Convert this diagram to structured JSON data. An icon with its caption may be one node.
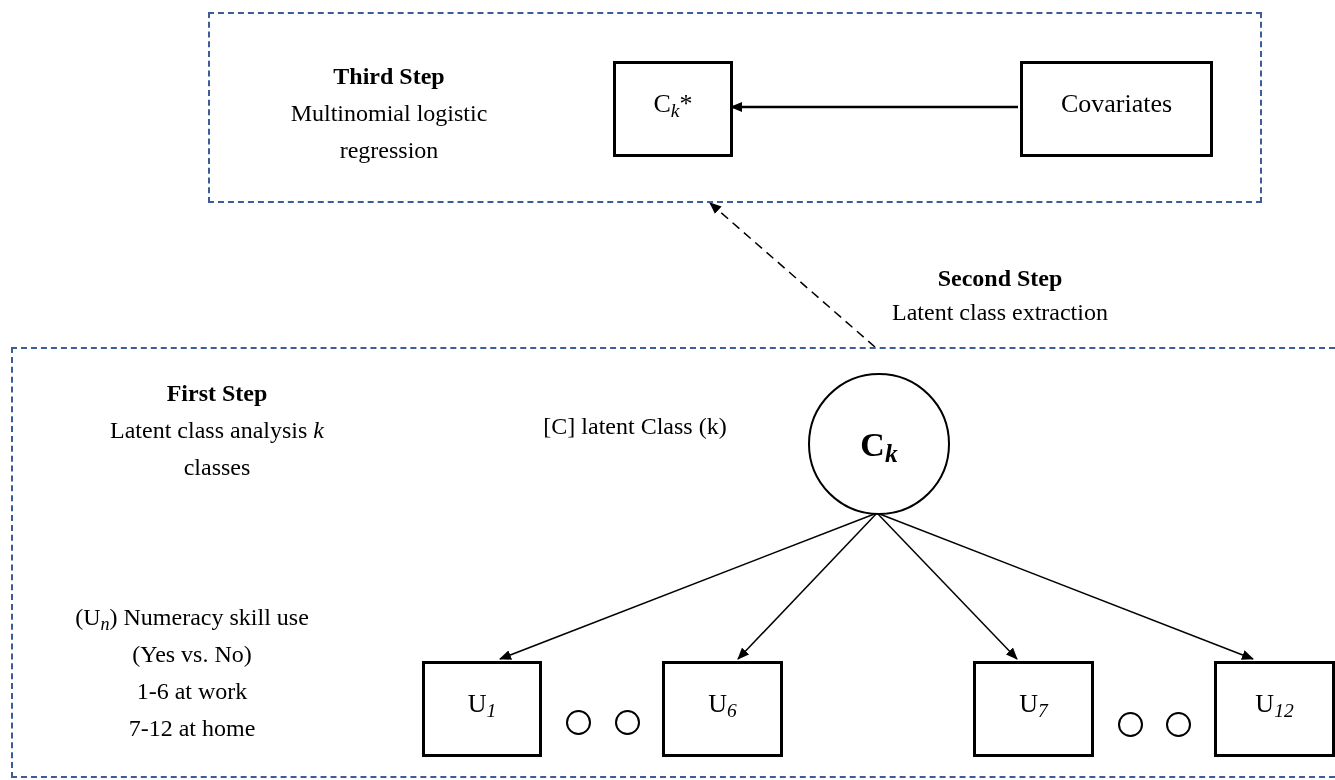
{
  "diagram": {
    "nodes": [
      {
        "text": [
          "Third Step",
          "Multinomial logistic regression"
        ]
      },
      {
        "text": [
          "C$_{k}$*"
        ],
        "in": 0
      },
      {
        "text": [
          "Covariates"
        ],
        "in": 0
      },
      {
        "text": [
          "First Step",
          "Latent class analysis *k* classes"
        ]
      },
      {
        "text": [
          "C$_{k}$"
        ],
        "in": 3
      },
      {
        "text": [
          "U$_{1}$"
        ],
        "in": 3
      },
      {
        "text": [],
        "shape": "circle",
        "in": 3
      },
      {
        "text": [],
        "shape": "circle",
        "in": 3
      },
      {
        "text": [
          "U$_{6}$"
        ],
        "in": 3
      },
      {
        "text": [
          "U$_{7}$"
        ],
        "in": 3
      },
      {
        "text": [],
        "shape": "circle",
        "in": 3
      },
      {
        "text": [],
        "shape": "circle",
        "in": 3
      },
      {
        "text": [
          "U$_{12}$"
        ],
        "in": 3
      }
    ],
    "edges": [
      {
        "from": 3,
        "to": 0,
        "arrow": "to",
        "style": "dashed"
      },
      {
        "from": 2,
        "to": 1,
        "arrow": "to"
      },
      {
        "from": 4,
        "to": 5,
        "arrow": "to"
      },
      {
        "from": 4,
        "to": 8,
        "arrow": "to"
      },
      {
        "from": 4,
        "to": 9,
        "arrow": "to"
      },
      {
        "from": 4,
        "to": 12,
        "arrow": "to"
      }
    ],
    "labels": [
      "Second Step",
      "Latent class extraction",
      "[C] latent Class (k)",
      "(U$_{n}$) Numeracy skill use",
      "(Yes vs. No)",
      "1-6 at work",
      "7-12 at home"
    ]
  }
}
